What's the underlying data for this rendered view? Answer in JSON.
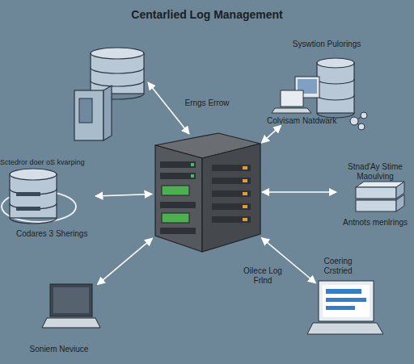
{
  "diagram": {
    "title": "Centarlied Log Management",
    "nodes": [
      {
        "text": [
          "Syswtion Pulorings",
          "Colvisam Natdwark"
        ]
      },
      {
        "text": [
          "Erngs Errow"
        ]
      },
      {
        "text": [
          "Sctedror doer oS kvarping",
          "Codares 3 Sherings"
        ]
      },
      {
        "text": [
          "Stnad'Ay Stime Maoulving",
          "Antnots menlrings"
        ]
      },
      {
        "text": [
          "Coering Crstried"
        ]
      },
      {
        "text": [
          "Soniem Neviuce"
        ]
      }
    ],
    "edges": [
      {
        "from": 1,
        "to": 0,
        "arrow": "both"
      },
      {
        "from": 2,
        "to": 1,
        "arrow": "both"
      },
      {
        "from": 1,
        "to": 3,
        "arrow": "both"
      },
      {
        "from": 5,
        "to": 1,
        "arrow": "both"
      },
      {
        "from": 1,
        "to": 4,
        "label": "Oilece Log Frlnd",
        "arrow": "both"
      }
    ]
  }
}
